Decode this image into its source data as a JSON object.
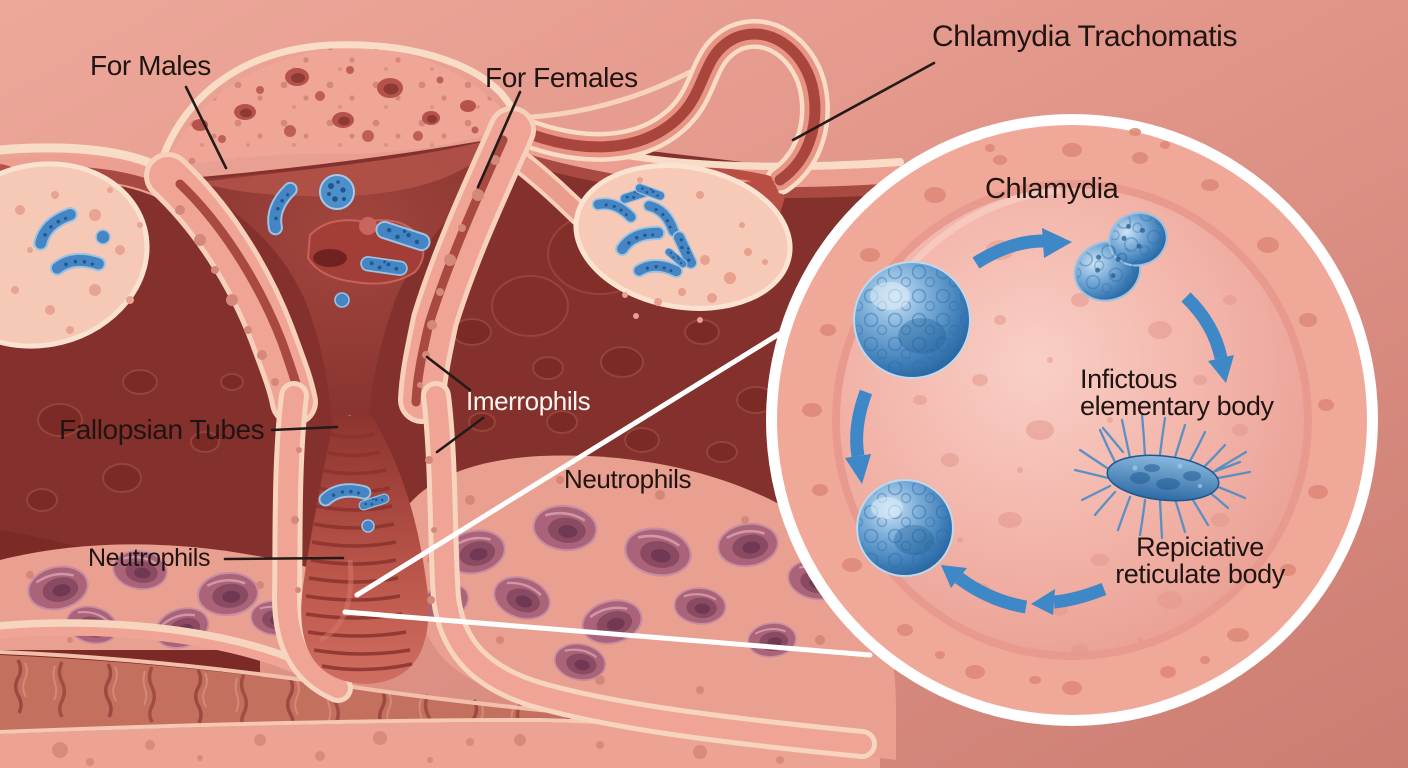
{
  "palette": {
    "background_salmon": "#e59a8c",
    "deep_maroon": "#84302c",
    "tissue_pink": "#f0a697",
    "cream_outline": "#f8dcc6",
    "bacteria_blue": "#3e88c8",
    "rbc_purple": "#a56377",
    "label_black": "#201512",
    "label_white": "#fdf7f3",
    "inset_ring_white": "#ffffff"
  },
  "labels": {
    "for_males": "For Males",
    "for_females": "For Females",
    "chlamydia_trachomatis": "Chlamydia Trachomatis",
    "fallopsian_tubes": "Fallopsian Tubes",
    "imerrophils": "Imerrophils",
    "neutrophils_right": "Neutrophils",
    "neutrophils_left": "Neutrophils"
  },
  "inset": {
    "title": "Chlamydia",
    "infectious_line1": "Infictous",
    "infectious_line2": "elementary body",
    "replicative_line1": "Repiciative",
    "replicative_line2": "reticulate body"
  }
}
